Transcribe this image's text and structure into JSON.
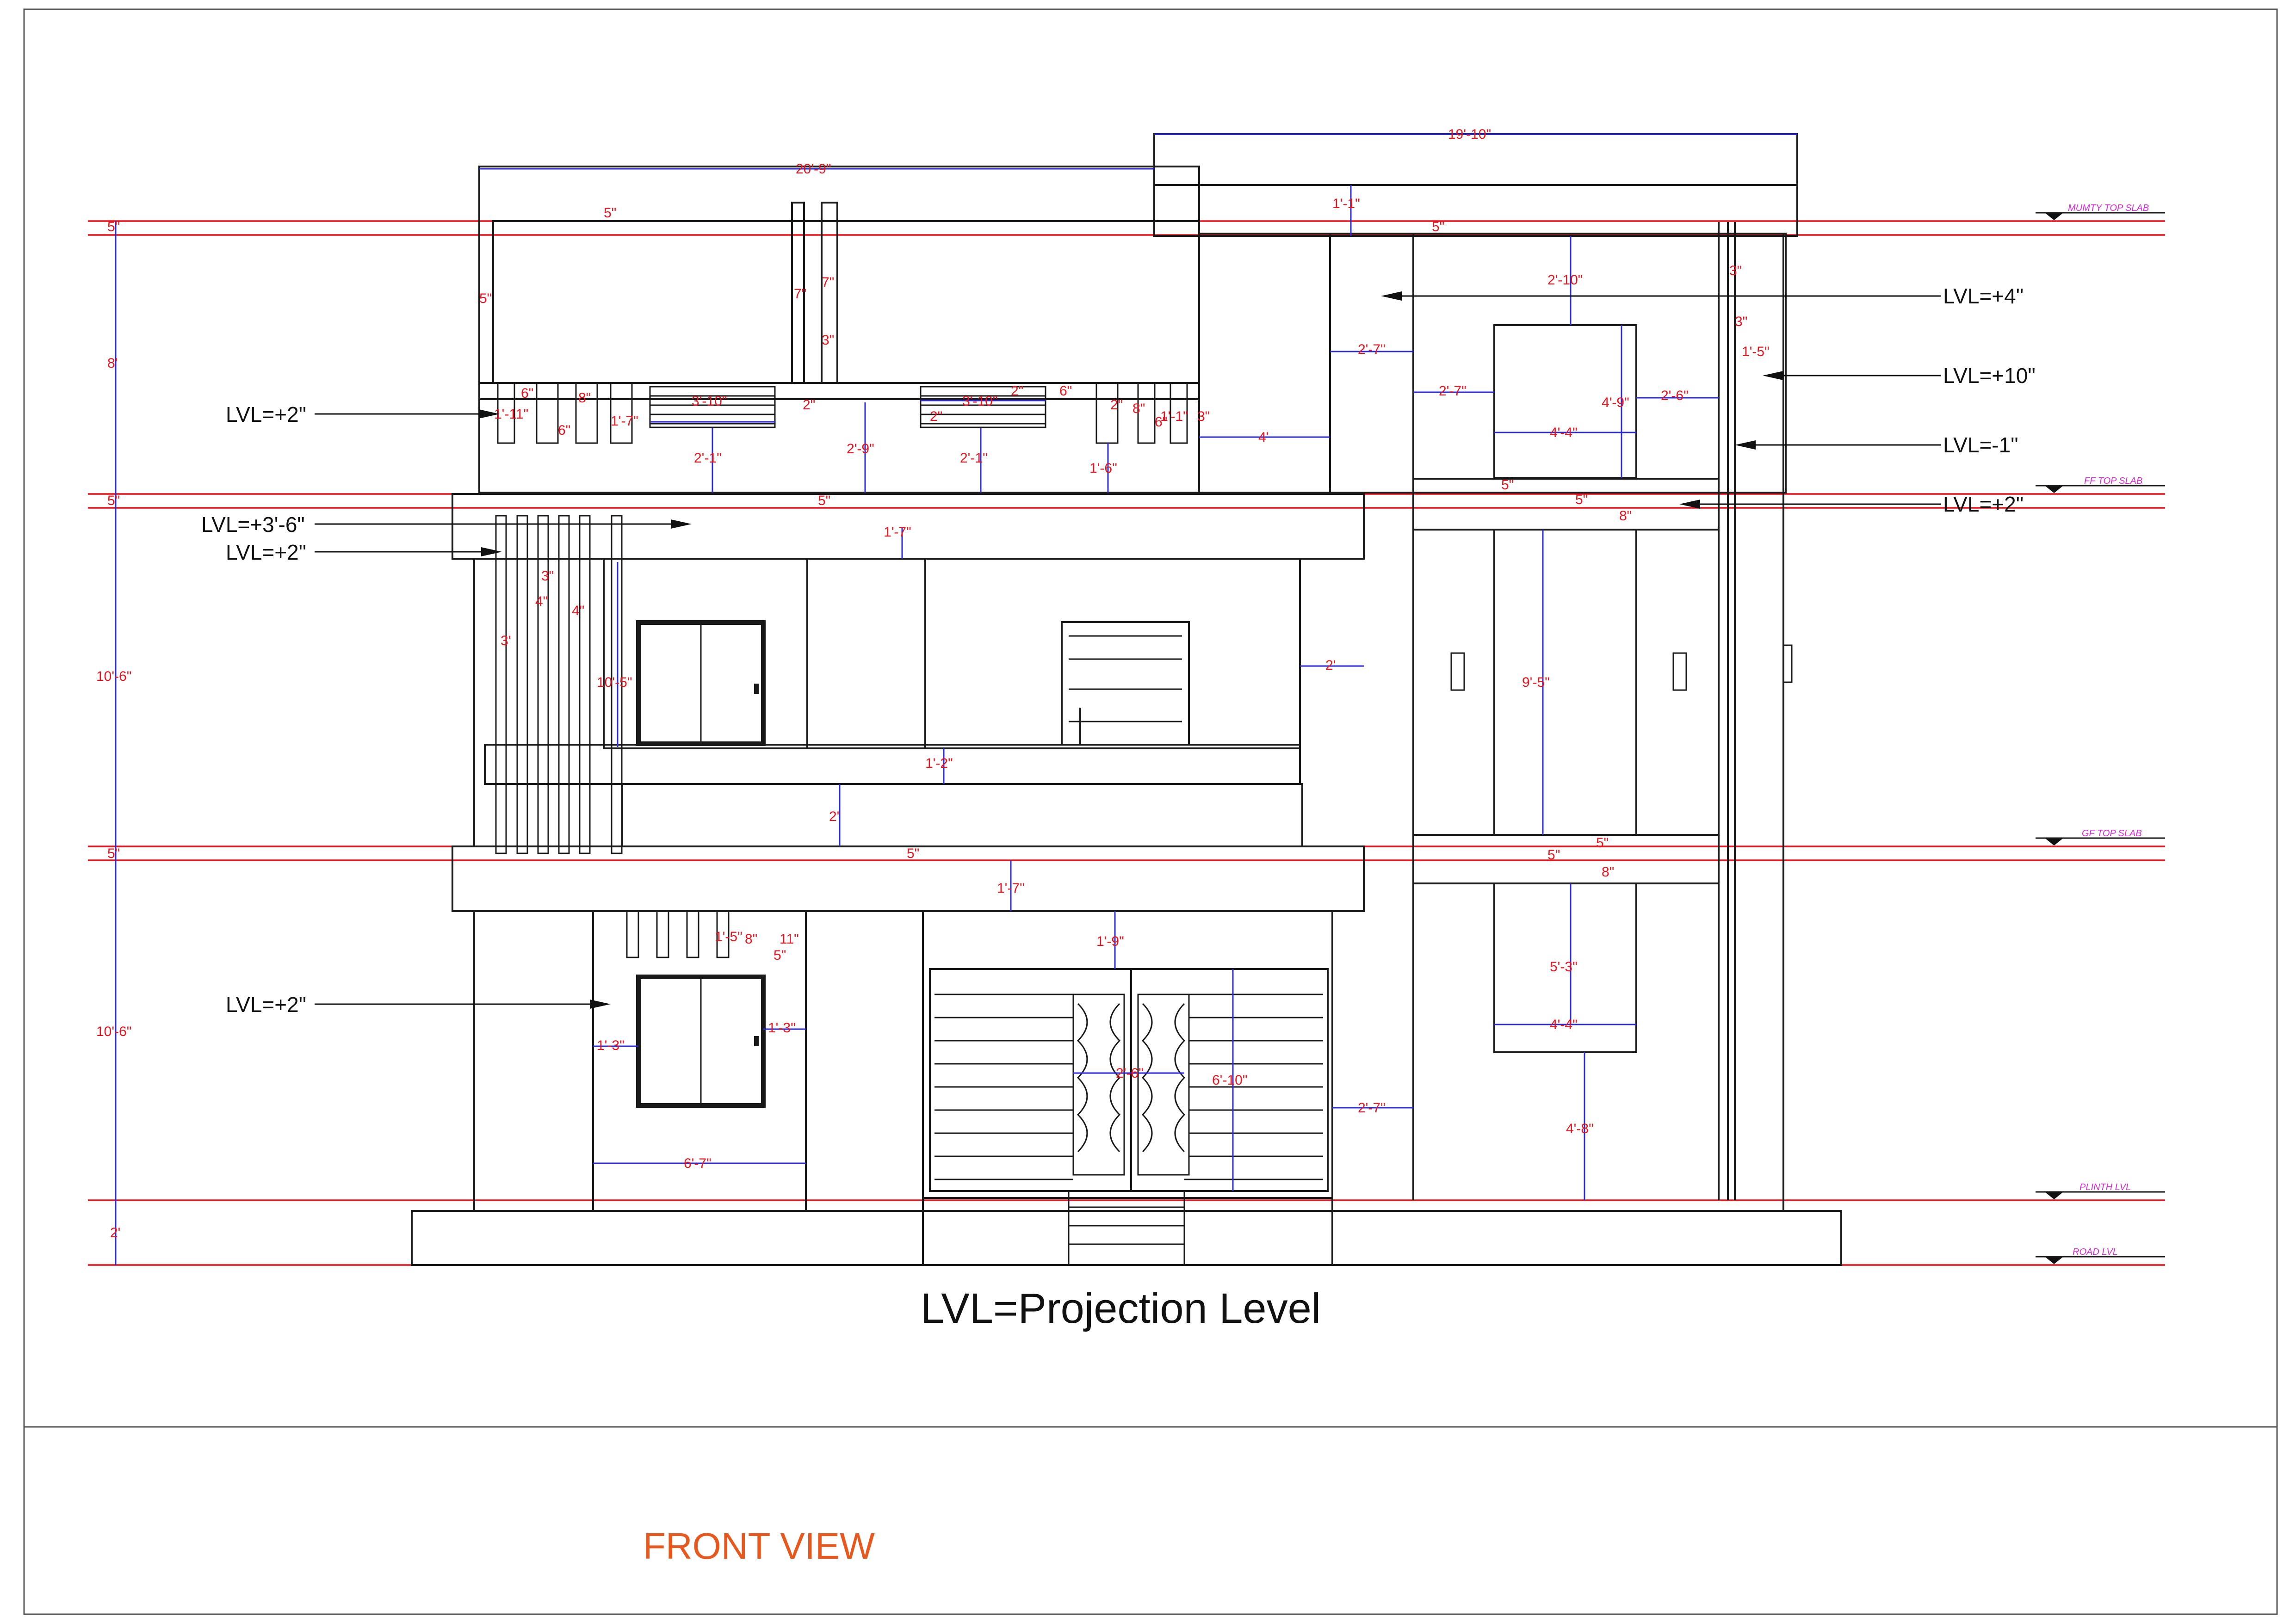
{
  "drawing": {
    "title": "LVL=Projection Level",
    "view_name": "FRONT VIEW"
  },
  "level_tags": [
    {
      "id": "mumty",
      "label": "MUMTY TOP SLAB"
    },
    {
      "id": "ff",
      "label": "FF TOP SLAB"
    },
    {
      "id": "gf",
      "label": "GF TOP SLAB"
    },
    {
      "id": "plinth",
      "label": "PLINTH LVL"
    },
    {
      "id": "road",
      "label": "ROAD LVL"
    }
  ],
  "projection_labels": [
    {
      "id": "lvl-right-1",
      "text": "LVL=+4\""
    },
    {
      "id": "lvl-right-2",
      "text": "LVL=+10\""
    },
    {
      "id": "lvl-right-3",
      "text": "LVL=-1\""
    },
    {
      "id": "lvl-right-4",
      "text": "LVL=+2\""
    },
    {
      "id": "lvl-left-1",
      "text": "LVL=+2\""
    },
    {
      "id": "lvl-left-2",
      "text": "LVL=+3'-6\""
    },
    {
      "id": "lvl-left-3",
      "text": "LVL=+2\""
    },
    {
      "id": "lvl-left-4",
      "text": "LVL=+2\""
    }
  ],
  "vertical_dimensions": [
    "5\"",
    "8'",
    "5\"",
    "10'-6\"",
    "5\"",
    "10'-6\"",
    "2'"
  ],
  "dimensions": {
    "mumty_width": "19'-10\"",
    "top_width": "20'-9\"",
    "slab_left": "5\"",
    "slab_right": "5\"",
    "mumty_proj": "1'-1\"",
    "pillar_a": "7\"",
    "pillar_b": "7\"",
    "pillar_c": "3\"",
    "parapet_side": "5\"",
    "r1": "6\"",
    "r2": "8\"",
    "r3": "1'-11\"",
    "r4": "6\"",
    "r5": "1'-7\"",
    "r6": "3'-10\"",
    "r7": "2\"",
    "r8": "2\"",
    "r9": "3'-10\"",
    "r10": "2\"",
    "r11": "6\"",
    "r12": "2\"",
    "r13": "8\"",
    "r14": "1'-1\"",
    "r15": "6\"",
    "r16": "3\"",
    "r17": "2'-1\"",
    "r18": "2'-9\"",
    "r19": "2'-1\"",
    "r20": "1'-6\"",
    "r21": "4'",
    "st1": "2'-10\"",
    "st2": "2'-7\"",
    "st3": "2'-7\"",
    "st4": "4'-9\"",
    "st5": "2'-6\"",
    "st6": "4'-4\"",
    "st7": "3\"",
    "st8": "3\"",
    "st9": "1'-5\"",
    "ff_slab_l": "5\"",
    "ff_a": "5\"",
    "ff_b": "5\"",
    "ff_c": "8\"",
    "ff_proj": "1'-7\"",
    "fin1": "3\"",
    "fin2": "4\"",
    "fin3": "4\"",
    "fin4": "3'",
    "ff_win_h": "10'-5\"",
    "ff_side": "2'",
    "st_win_h": "9'-5\"",
    "bal1": "1'-2\"",
    "bal2": "2'",
    "gf_slab_l": "5\"",
    "gf_a": "5\"",
    "gf_b": "5\"",
    "gf_c": "8\"",
    "gf_proj": "1'-7\"",
    "gf1": "1'-5\"",
    "gf2": "8\"",
    "gf3": "11\"",
    "gf4": "5\"",
    "gf5": "1'-9\"",
    "gf6": "1'-3\"",
    "gf7": "1'-3\"",
    "gf8": "6'-7\"",
    "door_w": "2'-6\"",
    "door_h": "6'-10\"",
    "gf9": "2'-7\"",
    "gs1": "5'-3\"",
    "gs2": "4'-4\"",
    "gs3": "4'-8\""
  }
}
